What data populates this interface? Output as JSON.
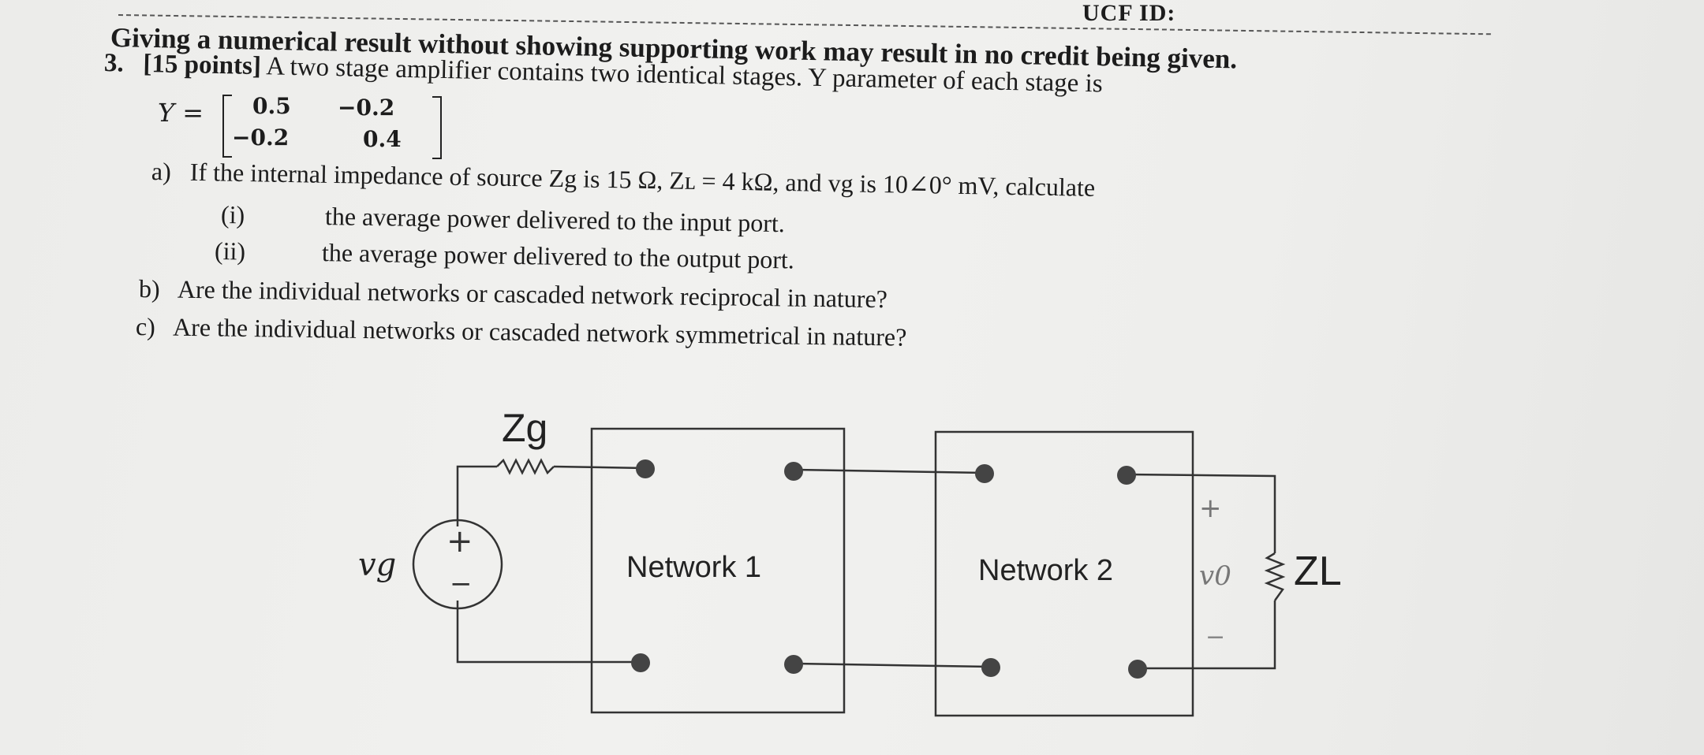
{
  "header": {
    "ucf_id": "UCF ID:",
    "notice": "Giving a numerical result without showing supporting work may result in no credit being given."
  },
  "question": {
    "number": "3.",
    "points": "[15 points]",
    "intro": "A two stage amplifier contains two identical stages. Y parameter of each stage is",
    "y_label": "Y =",
    "matrix": [
      [
        "0.5",
        "−0.2"
      ],
      [
        "−0.2",
        "0.4"
      ]
    ],
    "parts": {
      "a_label": "a)",
      "a_text": "If the internal impedance of source Zg is 15 Ω, Zʟ = 4 kΩ, and vg is 10∠0° mV, calculate",
      "a_i_label": "(i)",
      "a_i_text": "the average power delivered to the input port.",
      "a_ii_label": "(ii)",
      "a_ii_text": "the average power delivered to the output port.",
      "b_label": "b)",
      "b_text": "Are the individual networks or cascaded network reciprocal in nature?",
      "c_label": "c)",
      "c_text": "Are the individual networks or cascaded network symmetrical in nature?"
    }
  },
  "circuit": {
    "zg_label": "Zg",
    "vg_label": "vg",
    "plus": "+",
    "minus": "−",
    "network1": "Network 1",
    "network2": "Network 2",
    "vo_label": "v0",
    "vo_plus": "+",
    "vo_minus": "−",
    "zl_label": "ZL"
  }
}
